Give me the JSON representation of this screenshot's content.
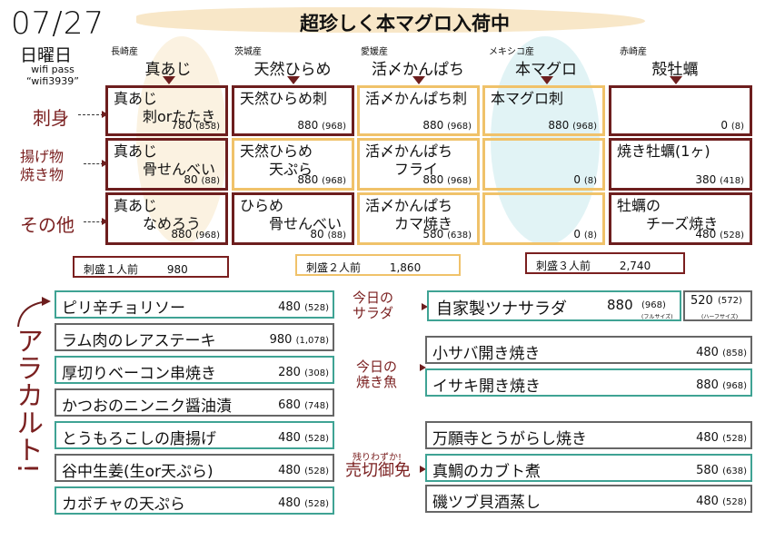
{
  "date": "07/27",
  "day_of_week": "日曜日",
  "wifi_label": "wifi pass",
  "wifi_code": "“wifi3939”",
  "headline": "超珍しく本マグロ入荷中",
  "columns": [
    {
      "origin": "長崎産",
      "fish": "真あじ"
    },
    {
      "origin": "茨城産",
      "fish": "天然ひらめ"
    },
    {
      "origin": "愛媛産",
      "fish": "活〆かんぱち"
    },
    {
      "origin": "メキシコ産",
      "fish": "本マグロ"
    },
    {
      "origin": "赤崎産",
      "fish": "殻牡蠣"
    }
  ],
  "row_labels": {
    "sashimi": "刺身",
    "fried": "揚げ物\n焼き物",
    "other": "その他"
  },
  "grid": [
    [
      {
        "name": "真あじ\n　　刺orたたき",
        "price": "780",
        "tax": "(858)"
      },
      {
        "name": "天然ひらめ刺",
        "price": "880",
        "tax": "(968)"
      },
      {
        "name": "活〆かんぱち刺",
        "price": "880",
        "tax": "(968)"
      },
      {
        "name": "本マグロ刺",
        "price": "880",
        "tax": "(968)"
      },
      {
        "name": "",
        "price": "0",
        "tax": "(8)"
      }
    ],
    [
      {
        "name": "真あじ\n　　骨せんべい",
        "price": "80",
        "tax": "(88)"
      },
      {
        "name": "天然ひらめ\n　　天ぷら",
        "price": "880",
        "tax": "(968)"
      },
      {
        "name": "活〆かんぱち\n　　フライ",
        "price": "880",
        "tax": "(968)"
      },
      {
        "name": "",
        "price": "0",
        "tax": "(8)"
      },
      {
        "name": "焼き牡蠣(1ヶ)",
        "price": "380",
        "tax": "(418)"
      }
    ],
    [
      {
        "name": "真あじ\n　　なめろう",
        "price": "880",
        "tax": "(968)"
      },
      {
        "name": "ひらめ\n　　骨せんべい",
        "price": "80",
        "tax": "(88)"
      },
      {
        "name": "活〆かんぱち\n　　カマ焼き",
        "price": "580",
        "tax": "(638)"
      },
      {
        "name": "",
        "price": "0",
        "tax": "(8)"
      },
      {
        "name": "牡蠣の\n　　チーズ焼き",
        "price": "480",
        "tax": "(528)"
      }
    ]
  ],
  "moriawase": [
    {
      "label": "刺盛１人前",
      "price": "980"
    },
    {
      "label": "刺盛２人前",
      "price": "1,860"
    },
    {
      "label": "刺盛３人前",
      "price": "2,740"
    }
  ],
  "alacarte_label": "アラカルト!",
  "alacarte": [
    {
      "name": "ピリ辛チョリソー",
      "price": "480",
      "tax": "(528)"
    },
    {
      "name": "ラム肉のレアステーキ",
      "price": "980",
      "tax": "(1,078)"
    },
    {
      "name": "厚切りベーコン串焼き",
      "price": "280",
      "tax": "(308)"
    },
    {
      "name": "かつおのニンニク醤油漬",
      "price": "680",
      "tax": "(748)"
    },
    {
      "name": "とうもろこしの唐揚げ",
      "price": "480",
      "tax": "(528)"
    },
    {
      "name": "谷中生姜(生or天ぷら)",
      "price": "480",
      "tax": "(528)"
    },
    {
      "name": "カボチャの天ぷら",
      "price": "480",
      "tax": "(528)"
    }
  ],
  "salad": {
    "side_label": "今日の\nサラダ",
    "name": "自家製ツナサラダ",
    "full_price": "880",
    "full_tax": "(968)",
    "full_note": "(フルサイズ)",
    "half_price": "520",
    "half_tax": "(572)",
    "half_note": "(ハーフサイズ)"
  },
  "grilled_fish": {
    "side_label": "今日の\n焼き魚",
    "items": [
      {
        "name": "小サバ開き焼き",
        "price": "480",
        "tax": "(858)"
      },
      {
        "name": "イサキ開き焼き",
        "price": "880",
        "tax": "(968)"
      }
    ]
  },
  "sold_out": {
    "small_label": "残りわずか!",
    "side_label": "売切御免",
    "items": [
      {
        "name": "万願寺とうがらし焼き",
        "price": "480",
        "tax": "(528)"
      },
      {
        "name": "真鯛のカブト煮",
        "price": "580",
        "tax": "(638)"
      },
      {
        "name": "磯ツブ貝酒蒸し",
        "price": "480",
        "tax": "(528)"
      }
    ]
  },
  "colors": {
    "maroon": "#6d1e1e",
    "gold": "#f0c26a",
    "teal": "#3fa394",
    "gray": "#666666"
  }
}
